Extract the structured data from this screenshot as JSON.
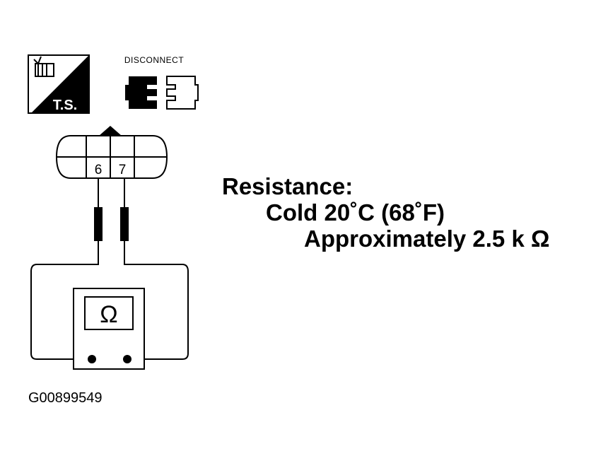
{
  "icons": {
    "ts_label": "T.S.",
    "disconnect_label": "DISCONNECT"
  },
  "connector": {
    "pin_a": "6",
    "pin_b": "7"
  },
  "meter": {
    "symbol": "Ω"
  },
  "spec": {
    "line1": "Resistance:",
    "line2": "Cold 20˚C (68˚F)",
    "line3": "Approximately 2.5 k Ω"
  },
  "figure_id": "G00899549"
}
